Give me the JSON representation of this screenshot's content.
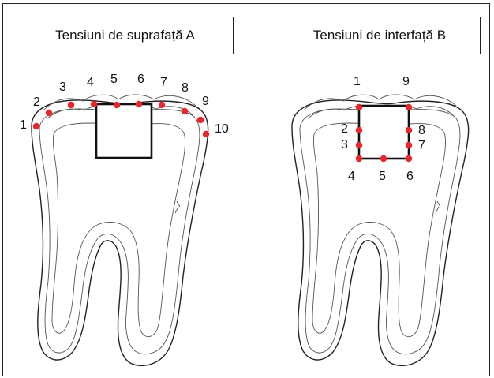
{
  "panel_a": {
    "title": "Tensiuni de suprafață A",
    "points": [
      {
        "label": "1"
      },
      {
        "label": "2"
      },
      {
        "label": "3"
      },
      {
        "label": "4"
      },
      {
        "label": "5"
      },
      {
        "label": "6"
      },
      {
        "label": "7"
      },
      {
        "label": "8"
      },
      {
        "label": "9"
      },
      {
        "label": "10"
      }
    ]
  },
  "panel_b": {
    "title": "Tensiuni de interfață B",
    "points": [
      {
        "label": "1"
      },
      {
        "label": "2"
      },
      {
        "label": "3"
      },
      {
        "label": "4"
      },
      {
        "label": "5"
      },
      {
        "label": "6"
      },
      {
        "label": "7"
      },
      {
        "label": "8"
      },
      {
        "label": "9"
      }
    ]
  },
  "colors": {
    "marker": "#e8262b",
    "outline": "#222222"
  }
}
